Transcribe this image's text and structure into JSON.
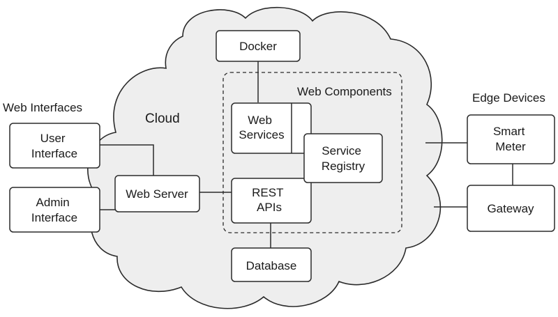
{
  "labels": {
    "web_interfaces": "Web Interfaces",
    "cloud": "Cloud",
    "web_components": "Web Components",
    "edge_devices": "Edge Devices"
  },
  "nodes": {
    "docker": {
      "lines": [
        "Docker"
      ]
    },
    "web_services": {
      "lines": [
        "Web",
        "Services"
      ]
    },
    "service_registry": {
      "lines": [
        "Service",
        "Registry"
      ]
    },
    "rest_apis": {
      "lines": [
        "REST",
        "APIs"
      ]
    },
    "database": {
      "lines": [
        "Database"
      ]
    },
    "web_server": {
      "lines": [
        "Web Server"
      ]
    },
    "user_interface": {
      "lines": [
        "User",
        "Interface"
      ]
    },
    "admin_interface": {
      "lines": [
        "Admin",
        "Interface"
      ]
    },
    "smart_meter": {
      "lines": [
        "Smart",
        "Meter"
      ]
    },
    "gateway": {
      "lines": [
        "Gateway"
      ]
    }
  }
}
